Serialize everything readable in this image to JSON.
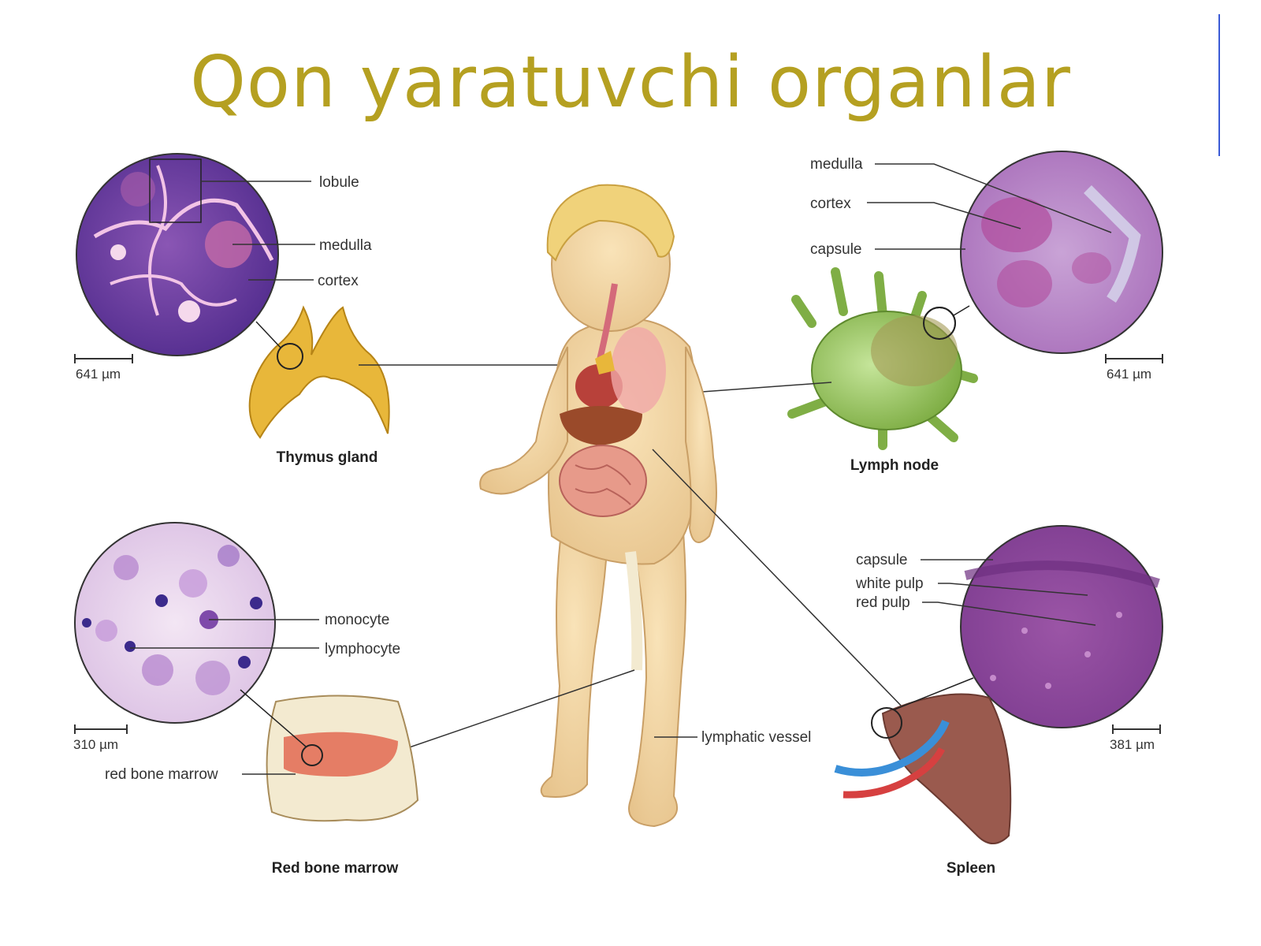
{
  "slide": {
    "title": "Qon yaratuvchi organlar"
  },
  "thymus": {
    "name": "Thymus gland",
    "labels": [
      "lobule",
      "medulla",
      "cortex"
    ],
    "scale": "641 µm"
  },
  "lymph_node": {
    "name": "Lymph node",
    "labels": [
      "medulla",
      "cortex",
      "capsule"
    ],
    "scale": "641 µm"
  },
  "bone_marrow": {
    "name": "Red bone marrow",
    "labels": [
      "monocyte",
      "lymphocyte",
      "red bone marrow"
    ],
    "scale": "310 µm"
  },
  "spleen": {
    "name": "Spleen",
    "labels": [
      "capsule",
      "white pulp",
      "red pulp"
    ],
    "scale": "381 µm"
  },
  "body": {
    "labels": [
      "lymphatic vessel"
    ]
  },
  "colors": {
    "title": "#b5a021",
    "accent_line": "#3b5bd6",
    "thymus": "#e8b73a",
    "lymph_node": "#9cc75a",
    "spleen": "#9a5a4e",
    "histology_purple": "#8a4fa8"
  }
}
